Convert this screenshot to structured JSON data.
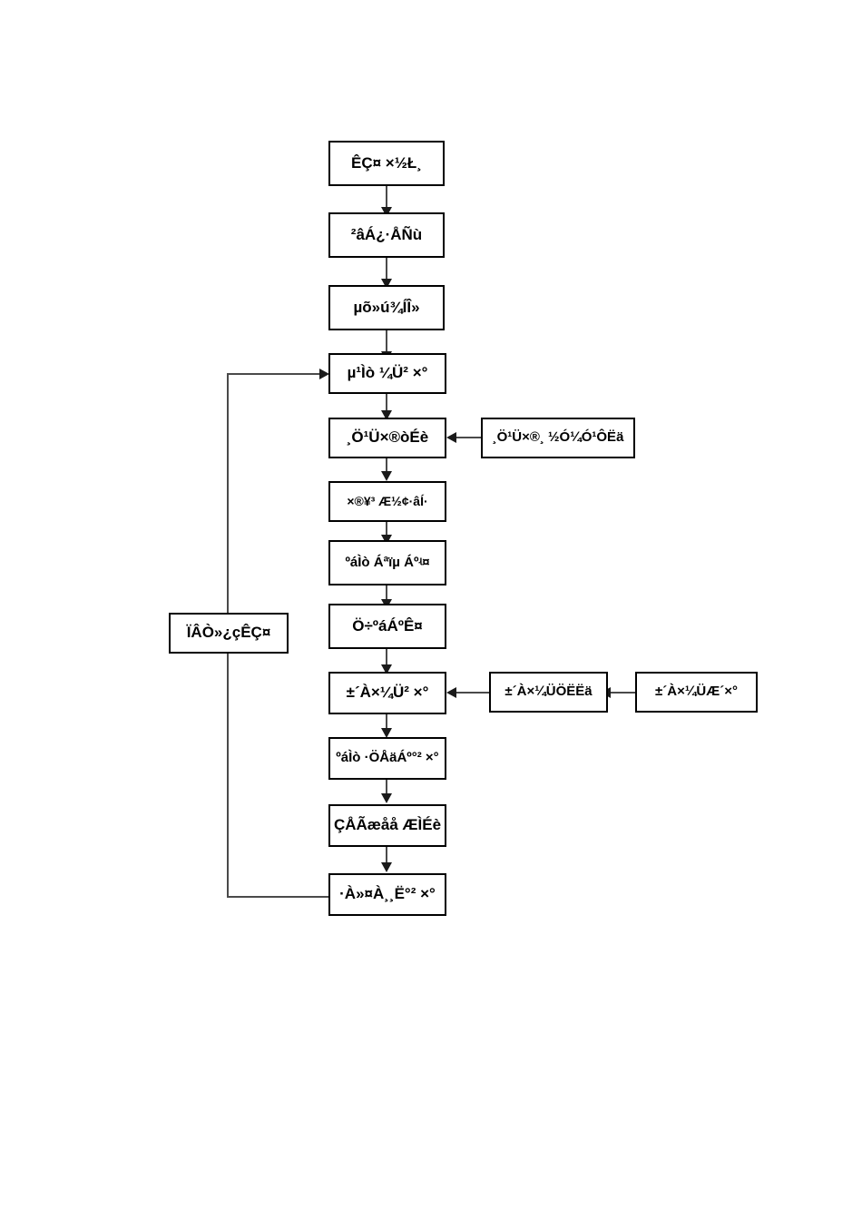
{
  "diagram": {
    "title": "",
    "type": "flowchart",
    "orientation": "top-to-bottom",
    "stroke_color": "#000000",
    "connector_color": "#4a4a4a",
    "background": "#ffffff",
    "main_chain": [
      {
        "id": "n1",
        "label": "ÊÇ¤ ×½Ł¸"
      },
      {
        "id": "n2",
        "label": "²âÁ¿·ÅÑù"
      },
      {
        "id": "n3",
        "label": "µõ»ú¾ÍÎ»"
      },
      {
        "id": "n4",
        "label": "µ¹Ìò ¼Ü² ×°"
      },
      {
        "id": "n5",
        "label": "¸Ö¹Ü×®òÉè"
      },
      {
        "id": "n6",
        "label": "×®¥³  Æ½¢·âÍ·"
      },
      {
        "id": "n7",
        "label": "ºáÌò Áªïµ Áºʵ¤"
      },
      {
        "id": "n8",
        "label": "Ö÷ºáÁºÊ¤"
      },
      {
        "id": "n9",
        "label": "±´À×¼Ü² ×°"
      },
      {
        "id": "n10",
        "label": "ºáÌò ·ÖÅäÁº°² ×°"
      },
      {
        "id": "n11",
        "label": "ÇÅÃæåå ÆÌÉè"
      },
      {
        "id": "n12",
        "label": "·À»¤À¸¸Ë°² ×°"
      }
    ],
    "side_nodes": [
      {
        "id": "s1",
        "label": "¸Ö¹Ü×®¸ ½Ó¼Ó¹ÔËä",
        "feeds_into": "n5"
      },
      {
        "id": "s2",
        "label": "±´À×¼ÜÖËËä",
        "feeds_into": "n9"
      },
      {
        "id": "s3",
        "label": "±´À×¼ÜÆ´×°",
        "feeds_into": "s2"
      },
      {
        "id": "s4",
        "label": "ÏÂÒ»¿çÊÇ¤",
        "feeds_into": "n4"
      }
    ],
    "feedback_loop": {
      "from": "n12",
      "to": "n4",
      "passes_through": "s4"
    }
  }
}
